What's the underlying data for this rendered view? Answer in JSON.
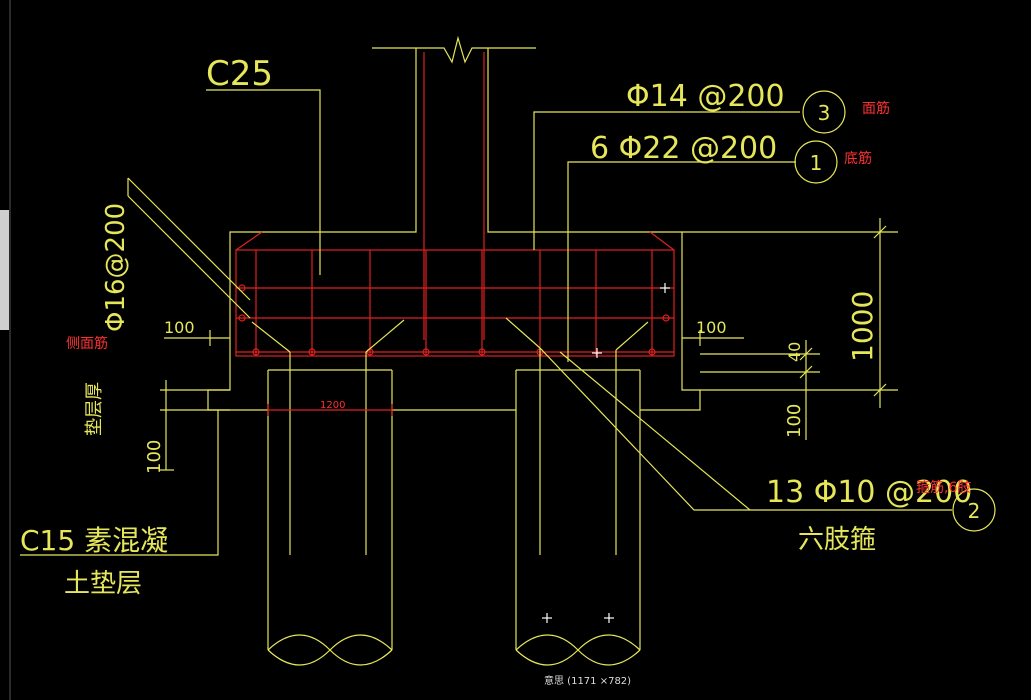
{
  "labels": {
    "concrete_grade": "C25",
    "top_bar_spec": "Φ14 @200",
    "top_bar_mark": "3",
    "top_bar_note": "面筋",
    "bottom_bar_spec": "6 Φ22 @200",
    "bottom_bar_mark": "1",
    "bottom_bar_note": "底筋",
    "side_bar_spec": "Φ16@200",
    "side_bar_note": "侧面筋",
    "dim_left_100": "100",
    "dim_right_100": "100",
    "dim_right_40": "40",
    "dim_right_1000": "1000",
    "dim_right_100b": "100",
    "dim_pile_1200": "1200",
    "dim_bottom_100": "100",
    "cushion_thickness": "垫层厚",
    "stirrup_spec": "13 Φ10 @200",
    "stirrup_note": "箍筋,6肢",
    "stirrup_mark": "2",
    "stirrup_type": "六肢箍",
    "lean_concrete_line1": "C15 素混凝",
    "lean_concrete_line2": "土垫层",
    "status_text": "意思 (1171 ×782)"
  },
  "colors": {
    "background": "#000000",
    "linework": "#e6e65a",
    "rebar": "#e02020",
    "annotation_red": "#ff3030"
  }
}
